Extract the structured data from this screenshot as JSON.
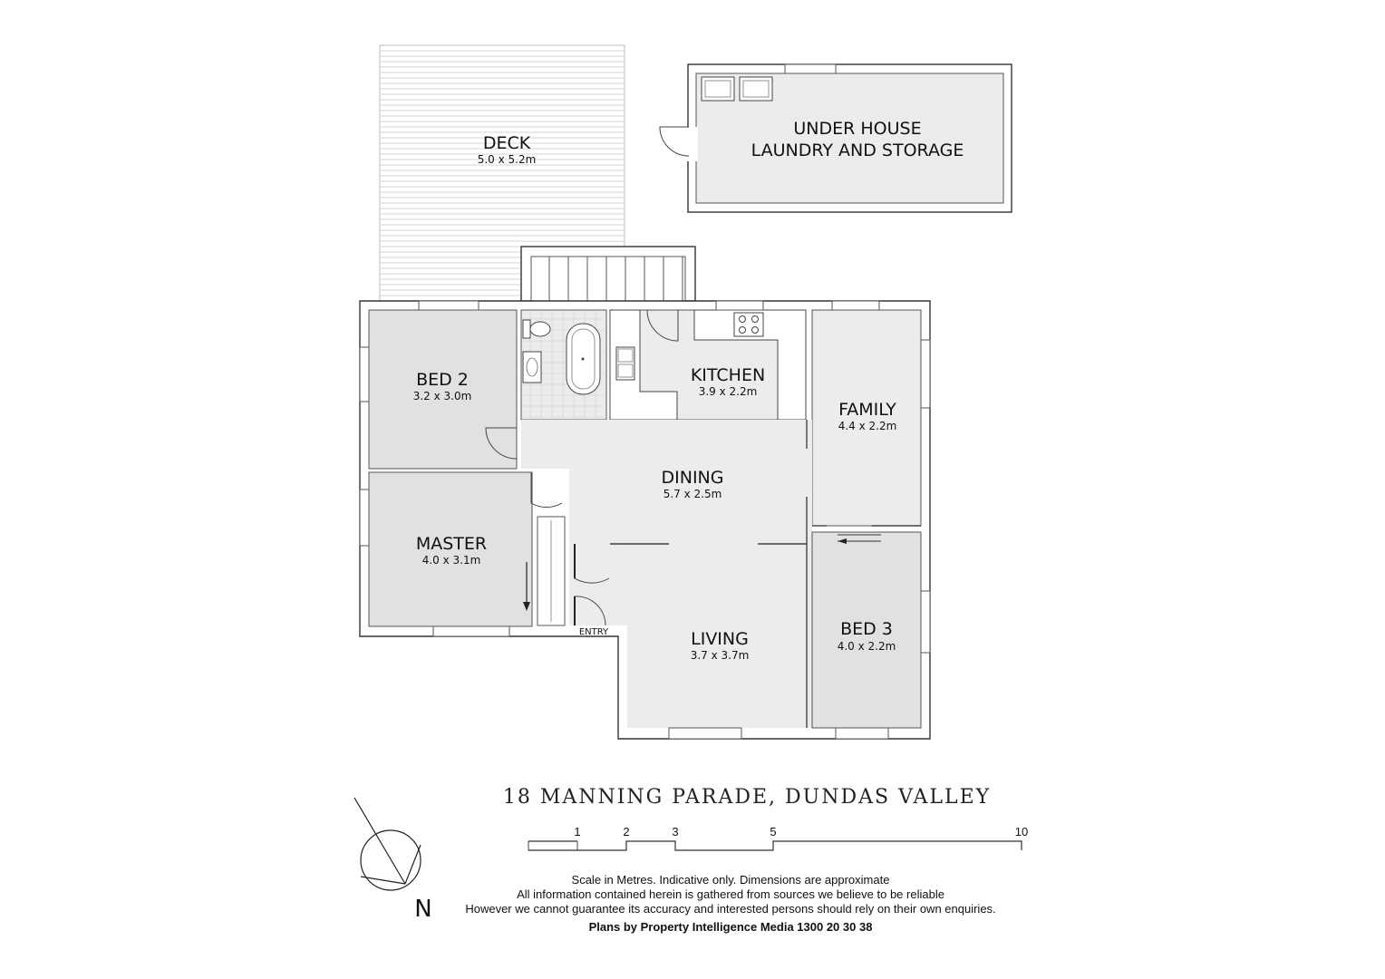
{
  "rooms": {
    "deck": {
      "name": "DECK",
      "dims": "5.0 x 5.2m"
    },
    "laundry": {
      "line1": "UNDER HOUSE",
      "line2": "LAUNDRY AND STORAGE"
    },
    "bed2": {
      "name": "BED 2",
      "dims": "3.2 x 3.0m"
    },
    "kitchen": {
      "name": "KITCHEN",
      "dims": "3.9 x 2.2m"
    },
    "family": {
      "name": "FAMILY",
      "dims": "4.4 x 2.2m"
    },
    "dining": {
      "name": "DINING",
      "dims": "5.7 x 2.5m"
    },
    "master": {
      "name": "MASTER",
      "dims": "4.0 x 3.1m"
    },
    "living": {
      "name": "LIVING",
      "dims": "3.7 x 3.7m"
    },
    "bed3": {
      "name": "BED 3",
      "dims": "4.0 x 2.2m"
    },
    "entry": {
      "name": "ENTRY"
    }
  },
  "title": "18 MANNING PARADE, DUNDAS VALLEY",
  "compass": {
    "label": "N"
  },
  "scale_bar": {
    "ticks": [
      "1",
      "2",
      "3",
      "5",
      "10"
    ]
  },
  "disclaimer": {
    "line1": "Scale in Metres. Indicative only. Dimensions are approximate",
    "line2": "All information contained herein is gathered from sources we believe to be reliable",
    "line3": "However we cannot guarantee its accuracy and interested persons should rely on their own enquiries.",
    "credit": "Plans by Property Intelligence Media 1300 20 30 38"
  },
  "colors": {
    "room_light": "#ececec",
    "room_dark": "#e1e1e1",
    "wall": "#333333",
    "deck_line": "#c8c8c8"
  }
}
